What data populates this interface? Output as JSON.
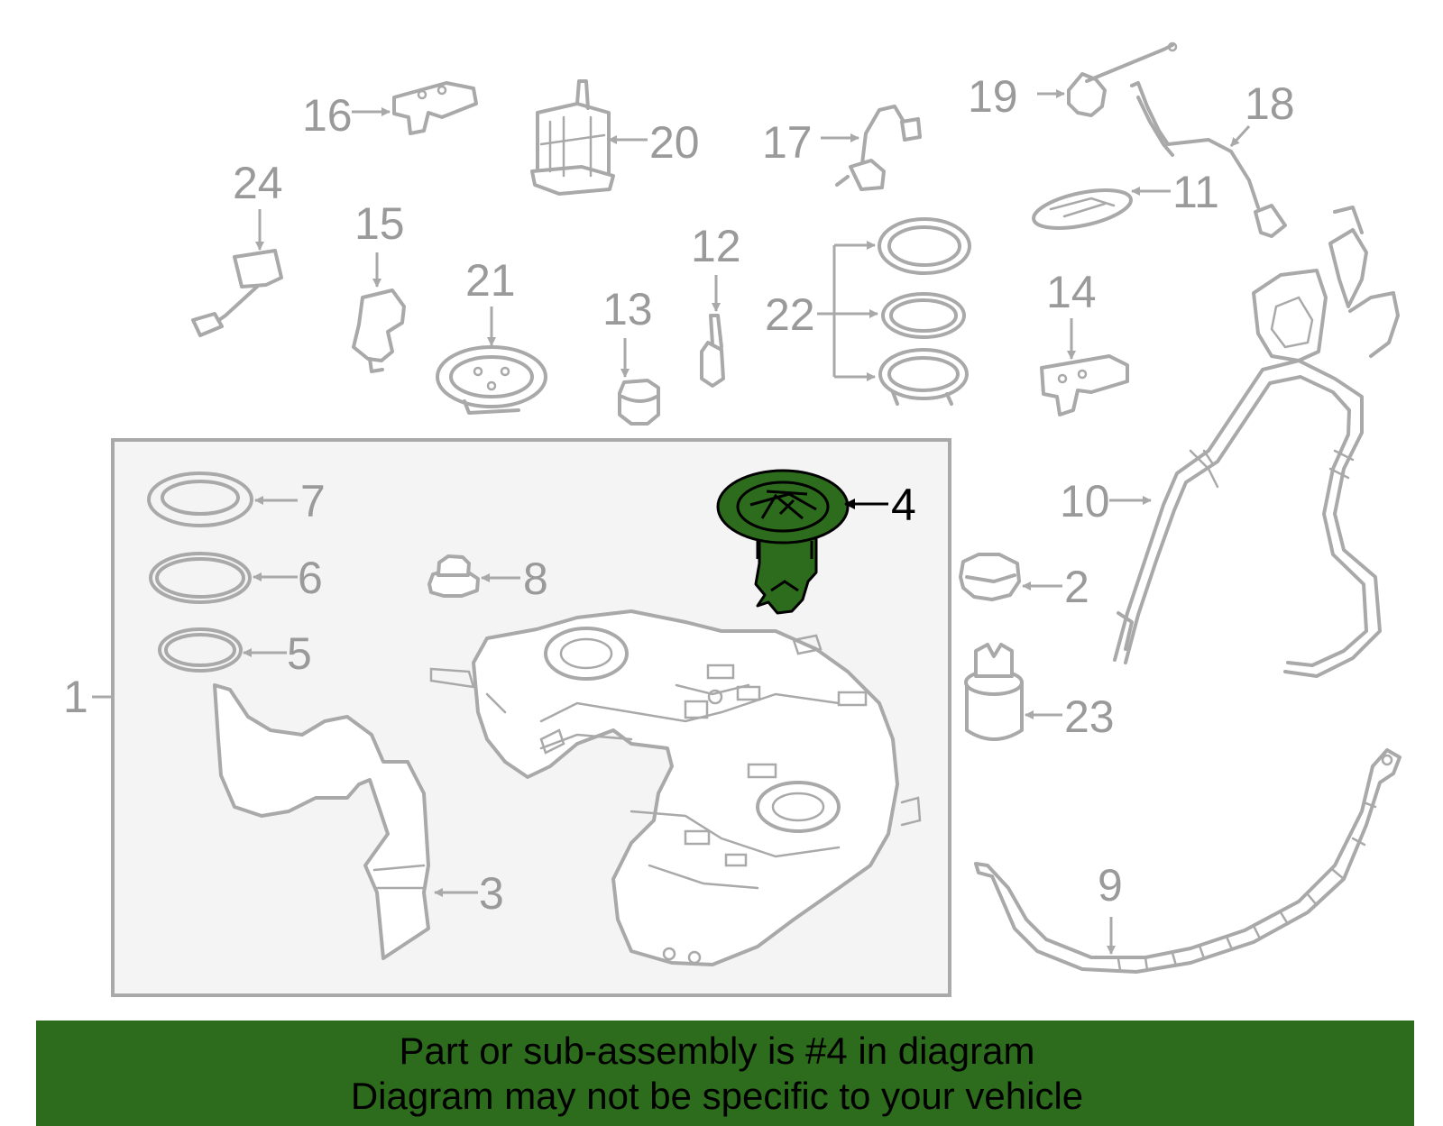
{
  "callouts": {
    "c1": "1",
    "c2": "2",
    "c3": "3",
    "c4": "4",
    "c5": "5",
    "c6": "6",
    "c7": "7",
    "c8": "8",
    "c9": "9",
    "c10": "10",
    "c11": "11",
    "c12": "12",
    "c13": "13",
    "c14": "14",
    "c15": "15",
    "c16": "16",
    "c17": "17",
    "c18": "18",
    "c19": "19",
    "c20": "20",
    "c21": "21",
    "c22": "22",
    "c23": "23",
    "c24": "24"
  },
  "highlighted_part": "4",
  "colors": {
    "highlight": "#2d6b1d",
    "outline": "#a9a9a9",
    "subassembly_box": "#f4f4f4"
  },
  "banner": {
    "line1": "Part or sub-assembly is #4 in diagram",
    "line2": "Diagram may not be specific to your vehicle"
  }
}
